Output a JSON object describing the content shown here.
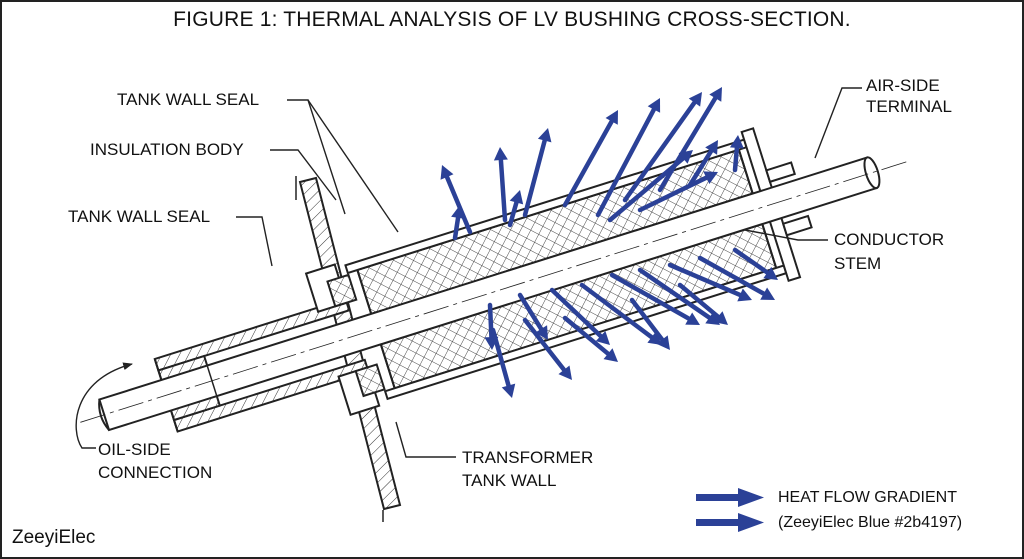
{
  "title": "FIGURE 1: THERMAL ANALYSIS OF LV BUSHING CROSS-SECTION.",
  "labels": {
    "tank_wall_seal_top": "TANK WALL SEAL",
    "insulation_body": "INSULATION BODY",
    "tank_wall_seal_left": "TANK WALL SEAL",
    "air_side_terminal_1": "AIR-SIDE",
    "air_side_terminal_2": "TERMINAL",
    "conductor_stem_1": "CONDUCTOR",
    "conductor_stem_2": "STEM",
    "oil_side_connection_1": "OIL-SIDE",
    "oil_side_connection_2": "CONNECTION",
    "transformer_tank_wall_1": "TRANSFORMER",
    "transformer_tank_wall_2": "TANK WALL"
  },
  "legend": {
    "line1": "HEAT FLOW GRADIENT",
    "line2": "(ZeeyiElec Blue #2b4197)"
  },
  "brand": "ZeeyiElec",
  "colors": {
    "heat_arrow": "#2b4197",
    "line": "#222222",
    "background": "#ffffff"
  }
}
